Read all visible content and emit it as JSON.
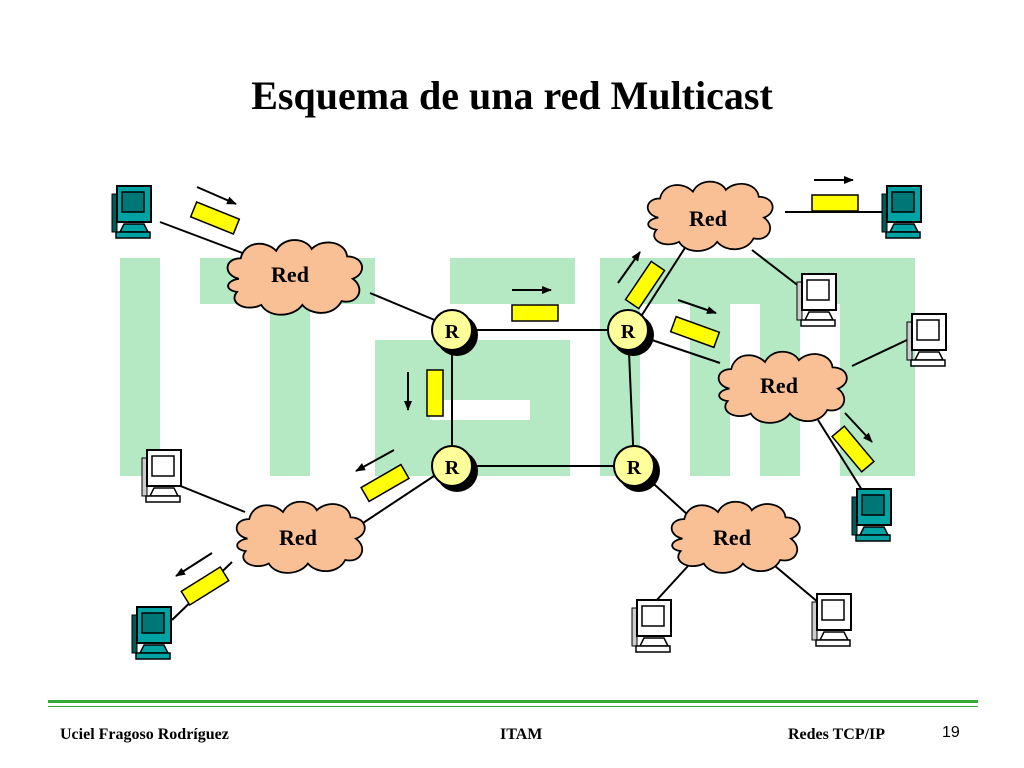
{
  "slide": {
    "title": "Esquema de una red Multicast"
  },
  "diagram": {
    "network_label": "Red",
    "router_label": "R",
    "networks": [
      "Red",
      "Red",
      "Red",
      "Red",
      "Red"
    ],
    "routers": [
      "R",
      "R",
      "R",
      "R"
    ]
  },
  "colors": {
    "cloud_fill": "#f9c095",
    "router_fill": "#ffff99",
    "packet_fill": "#ffff00",
    "watermark": "#b5e9c3",
    "computer_teal": "#009999",
    "footer_rule": "#33aa33"
  },
  "icons": [
    "computer-icon",
    "router-icon",
    "cloud-icon",
    "packet-icon",
    "arrow-icon",
    "logo-watermark"
  ],
  "footer": {
    "author": "Uciel Fragoso Rodríguez",
    "institution": "ITAM",
    "course": "Redes TCP/IP",
    "page": "19"
  }
}
